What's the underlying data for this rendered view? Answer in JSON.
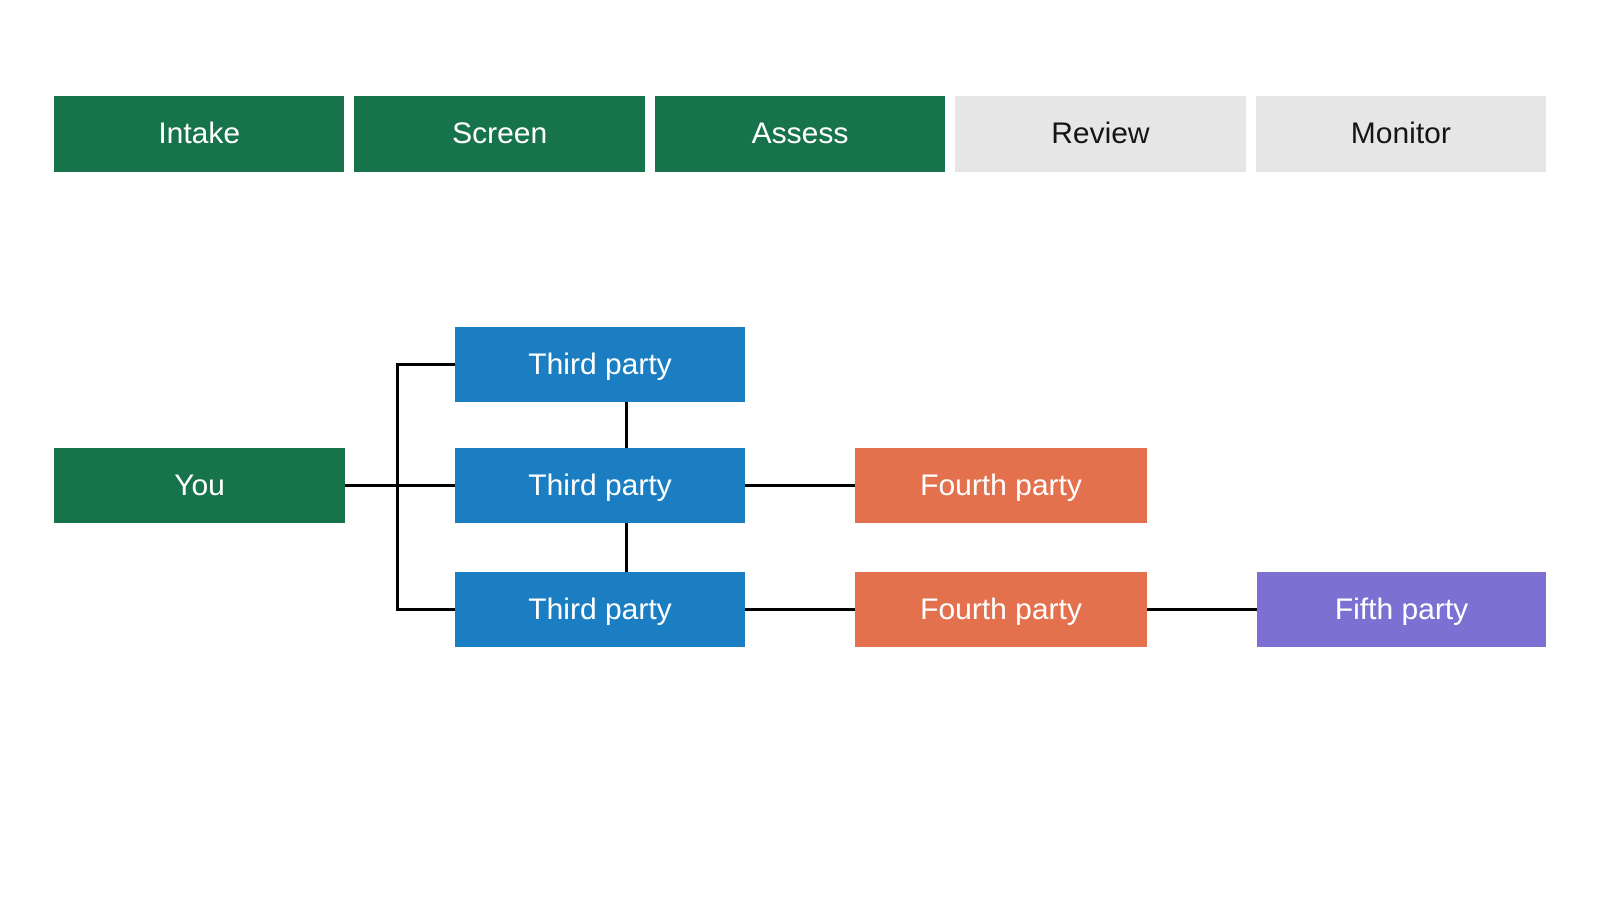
{
  "palette": {
    "green": "#17734A",
    "blue": "#1B7EC2",
    "orange": "#E3714E",
    "purple": "#7C71D2",
    "gray": "#E6E6E6",
    "line": "#000000"
  },
  "stage_bar": {
    "stages": [
      {
        "label": "Intake",
        "status": "complete"
      },
      {
        "label": "Screen",
        "status": "complete"
      },
      {
        "label": "Assess",
        "status": "complete"
      },
      {
        "label": "Review",
        "status": "upcoming"
      },
      {
        "label": "Monitor",
        "status": "upcoming"
      }
    ]
  },
  "diagram": {
    "nodes": [
      {
        "id": "you",
        "label": "You",
        "color_key": "green"
      },
      {
        "id": "third-party-1",
        "label": "Third party",
        "color_key": "blue"
      },
      {
        "id": "third-party-2",
        "label": "Third party",
        "color_key": "blue"
      },
      {
        "id": "third-party-3",
        "label": "Third party",
        "color_key": "blue"
      },
      {
        "id": "fourth-party-1",
        "label": "Fourth party",
        "color_key": "orange"
      },
      {
        "id": "fourth-party-2",
        "label": "Fourth party",
        "color_key": "orange"
      },
      {
        "id": "fifth-party-1",
        "label": "Fifth party",
        "color_key": "purple"
      }
    ],
    "edges": [
      {
        "from": "you",
        "to": "third-party-1"
      },
      {
        "from": "you",
        "to": "third-party-2"
      },
      {
        "from": "you",
        "to": "third-party-3"
      },
      {
        "from": "third-party-1",
        "to": "third-party-2"
      },
      {
        "from": "third-party-2",
        "to": "third-party-3"
      },
      {
        "from": "third-party-2",
        "to": "fourth-party-1"
      },
      {
        "from": "third-party-3",
        "to": "fourth-party-2"
      },
      {
        "from": "fourth-party-2",
        "to": "fifth-party-1"
      }
    ]
  }
}
